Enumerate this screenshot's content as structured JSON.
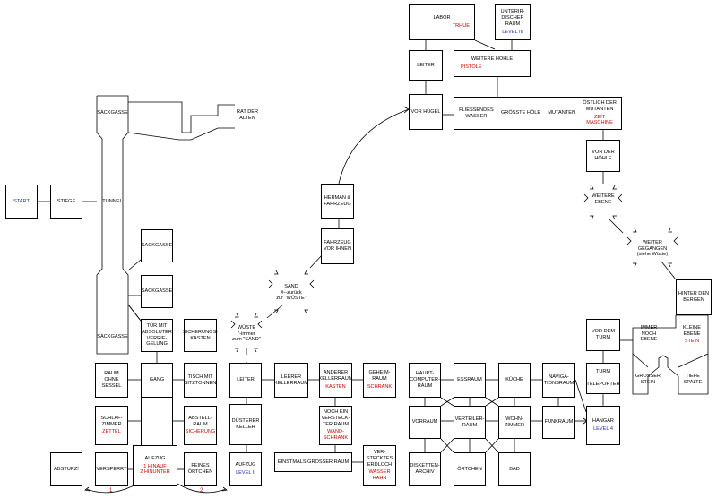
{
  "colors": {
    "line": "#000000",
    "item": "#cc0000",
    "level": "#1a2fb8"
  },
  "rooms": {
    "start": {
      "name": "START"
    },
    "stiege": {
      "name": "STIEGE"
    },
    "sackgasse_top": {
      "name": "SACKGASSE"
    },
    "tunnel": {
      "name": "TUNNEL"
    },
    "sackgasse_bottom": {
      "name": "SACKGASSE"
    },
    "rat_der_alten": {
      "name": "RAT DER\nALTEN"
    },
    "sackgasse_right1": {
      "name": "SACKGASSE"
    },
    "sackgasse_right2": {
      "name": "SACKGASSE"
    },
    "tuer": {
      "name": "TÜR MIT\nABSOLUTER\nVERRIE-\nGELUNG"
    },
    "sicherungskasten": {
      "name": "SICHERUNGS-\nKASTEN"
    },
    "wueste": {
      "name": "WÜSTE",
      "note": "\"-immer\nzum \"SAND\""
    },
    "sand": {
      "name": "SAND",
      "note": "#--zurück\nzur \"WÜSTE\""
    },
    "fahrzeug": {
      "name": "FAHRZEUG\nVOR IHNEN"
    },
    "herman": {
      "name": "HERMAN &\nFAHRZEUG"
    },
    "raum_ohne_sessel": {
      "name": "RAUM OHNE\nSESSEL"
    },
    "gang": {
      "name": "GANG"
    },
    "tisch": {
      "name": "TISCH MIT\nSITZTONNEN"
    },
    "schlafzimmer": {
      "name": "SCHLAF-\nZIMMER",
      "item": "ZETTEL"
    },
    "abstellraum": {
      "name": "ABSTELL-\nRAUM",
      "item": "SICHERUNG"
    },
    "abstuerz": {
      "name": "ABSTURZ!"
    },
    "versperrt": {
      "name": "VERSPERRT"
    },
    "aufzug_left": {
      "name": "AUFZUG",
      "item": "1 HINAUF\n2 HINUNTER"
    },
    "feines_oertchen": {
      "name": "FEINES\nÖRTCHEN"
    },
    "leiter_low": {
      "name": "LEITER"
    },
    "duesterer_keller": {
      "name": "DÜSTERER\nKELLER"
    },
    "aufzug_right": {
      "name": "AUFZUG",
      "item": "LEVEL II"
    },
    "leerer_kellerraum": {
      "name": "LEERER\nKELLERRAUM"
    },
    "anderer_kellerraum": {
      "name": "ANDERER\nKELLERRAUM",
      "item": "KASTEN"
    },
    "geheimraum": {
      "name": "GEHEIM-\nRAUM",
      "item": "SCHRANK"
    },
    "noch_ein": {
      "name": "NOCH EIN\nVERSTECK-\nTER RAUM",
      "item": "WAND-\nSCHRANK"
    },
    "einstmals": {
      "name": "EINSTMALS GROSSER RAUM"
    },
    "versteckt": {
      "name": "VER-\nSTECKTES\nERDLOCH",
      "item": "WASSER\nHAHN"
    },
    "hauptcomputer": {
      "name": "HAUPT-\nCOMPUTER-\nRAUM"
    },
    "essraum": {
      "name": "ESSRAUM"
    },
    "kueche": {
      "name": "KÜCHE"
    },
    "navigation": {
      "name": "NAVIGA-\nTIONSRAUM"
    },
    "vorraum": {
      "name": "VORRAUM"
    },
    "verteiler": {
      "name": "VERTEILER-\nRAUM"
    },
    "wohnzimmer": {
      "name": "WOHN-\nZIMMER"
    },
    "funkraum": {
      "name": "FUNKRAUM"
    },
    "disketten": {
      "name": "DISKETTEN-\nARCHIV"
    },
    "oertchen": {
      "name": "ÖRTCHEN"
    },
    "bad": {
      "name": "BAD"
    },
    "vor_dem_turm": {
      "name": "VOR DEM\nTURM"
    },
    "turm": {
      "name": "TURM\n\nTELEPORTER"
    },
    "hangar": {
      "name": "HANGAR",
      "item": "LEVEL 4"
    },
    "immer_noch": {
      "name": "IMMER\nNOCH\nEBENE"
    },
    "kleine_ebene": {
      "name": "KLEINE\nEBENE",
      "item": "STEIN"
    },
    "grosser_stein": {
      "name": "GROSSER\nSTEIN"
    },
    "tiefe_spalte": {
      "name": "TIEFE\nSPALTE"
    },
    "hinter_den_bergen": {
      "name": "HINTER DEN\nBERGEN"
    },
    "weiter_gegangen": {
      "name": "WEITER\nGEGANGEN",
      "note": "(siehe Wüste)"
    },
    "weitere_ebene": {
      "name": "WEITERE\nEBENE"
    },
    "vor_der_hoehle": {
      "name": "VOR DER\nHÖHLE"
    },
    "labor": {
      "name": "LABOR",
      "item": "TRHUE"
    },
    "unterirdischer_raum": {
      "name": "UNTERIR-\nDISCHER\nRAUM",
      "item": "LEVEL III"
    },
    "leiter_top": {
      "name": "LEITER"
    },
    "weitere_hoehle": {
      "name": "WEITERE HÖHLE",
      "item": "PISTOLE"
    },
    "vor_huegel": {
      "name": "VOR HÜGEL"
    },
    "fliessendes": {
      "name": "FLIESSENDES\nWASSER"
    },
    "groesste_hoehle": {
      "name": "GRÖSSTE HÖLE"
    },
    "mutanten": {
      "name": "MUTANTEN"
    },
    "oestlich": {
      "name": "ÖSTLICH DER\nMUTANTEN",
      "item": "ZEIT\nMASCHINE"
    }
  },
  "elevator_labels": {
    "one": "1",
    "two": "2"
  }
}
